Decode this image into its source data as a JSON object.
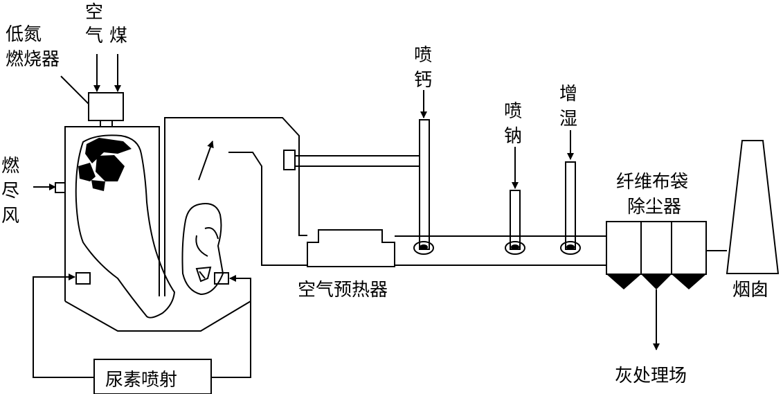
{
  "labels": {
    "low_nox_burner_line1": "低氮",
    "low_nox_burner_line2": "燃烧器",
    "air_char1": "空",
    "air_char2": "气",
    "coal": "煤",
    "overfire_air_1": "燃",
    "overfire_air_2": "尽",
    "overfire_air_3": "风",
    "urea_injection": "尿素喷射",
    "air_preheater": "空气预热器",
    "calcium_injection_1": "喷",
    "calcium_injection_2": "钙",
    "sodium_injection_1": "喷",
    "sodium_injection_2": "钠",
    "humidification_1": "增",
    "humidification_2": "湿",
    "baghouse_line1": "纤维布袋",
    "baghouse_line2": "除尘器",
    "chimney": "烟囱",
    "ash_treatment": "灰处理场"
  }
}
